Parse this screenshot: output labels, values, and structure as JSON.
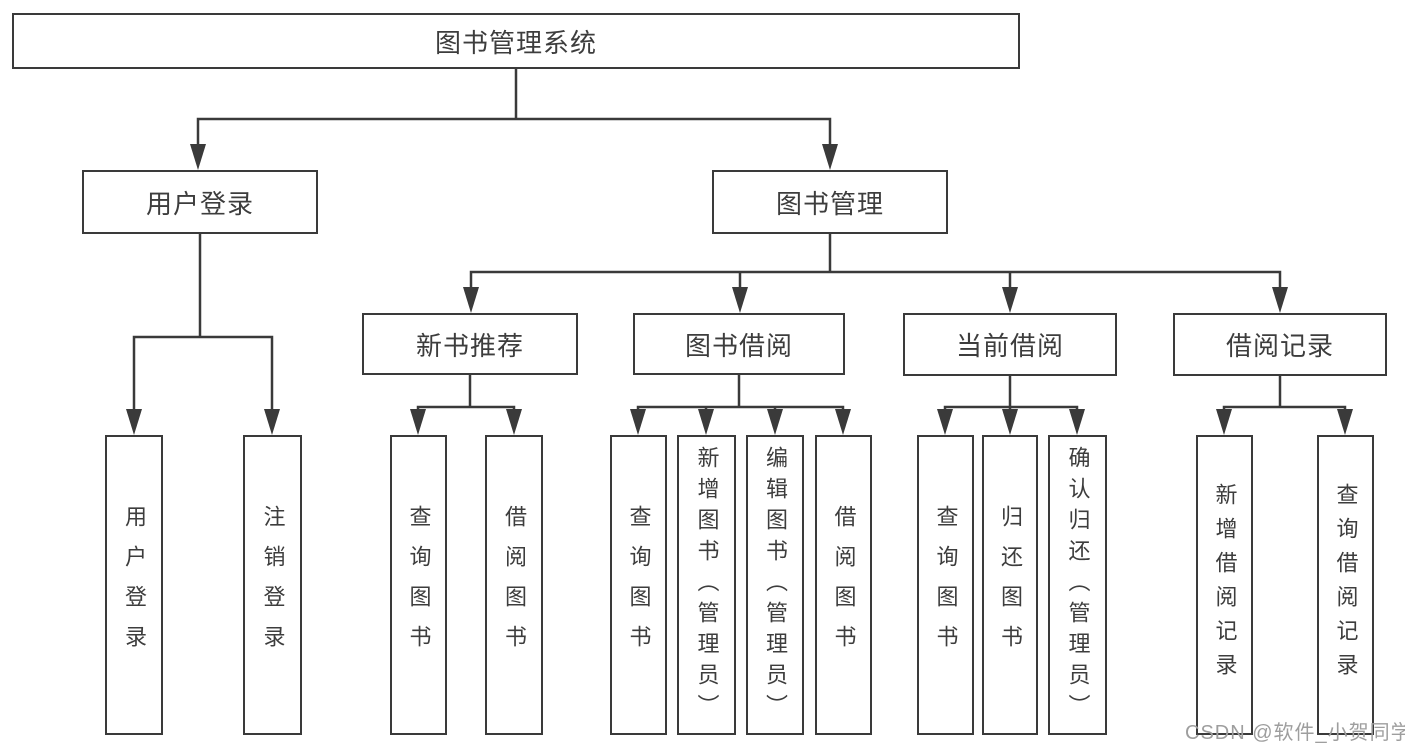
{
  "colors": {
    "line": "#3a3a3a",
    "box_border": "#3a3a3a",
    "text": "#3d3d3d",
    "watermark": "#9e9e9e",
    "background": "#ffffff"
  },
  "watermark": {
    "text": "CSDN @软件_小贺同学"
  },
  "tree": {
    "root": {
      "label": "图书管理系统"
    },
    "children": [
      {
        "label": "用户登录",
        "children": [
          {
            "label": "用户登录"
          },
          {
            "label": "注销登录"
          }
        ]
      },
      {
        "label": "图书管理",
        "children": [
          {
            "label": "新书推荐",
            "children": [
              {
                "label": "查询图书"
              },
              {
                "label": "借阅图书"
              }
            ]
          },
          {
            "label": "图书借阅",
            "children": [
              {
                "label": "查询图书"
              },
              {
                "label": "新增图书（管理员）"
              },
              {
                "label": "编辑图书（管理员）"
              },
              {
                "label": "借阅图书"
              }
            ]
          },
          {
            "label": "当前借阅",
            "children": [
              {
                "label": "查询图书"
              },
              {
                "label": "归还图书"
              },
              {
                "label": "确认归还（管理员）"
              }
            ]
          },
          {
            "label": "借阅记录",
            "children": [
              {
                "label": "新增借阅记录"
              },
              {
                "label": "查询借阅记录"
              }
            ]
          }
        ]
      }
    ]
  }
}
